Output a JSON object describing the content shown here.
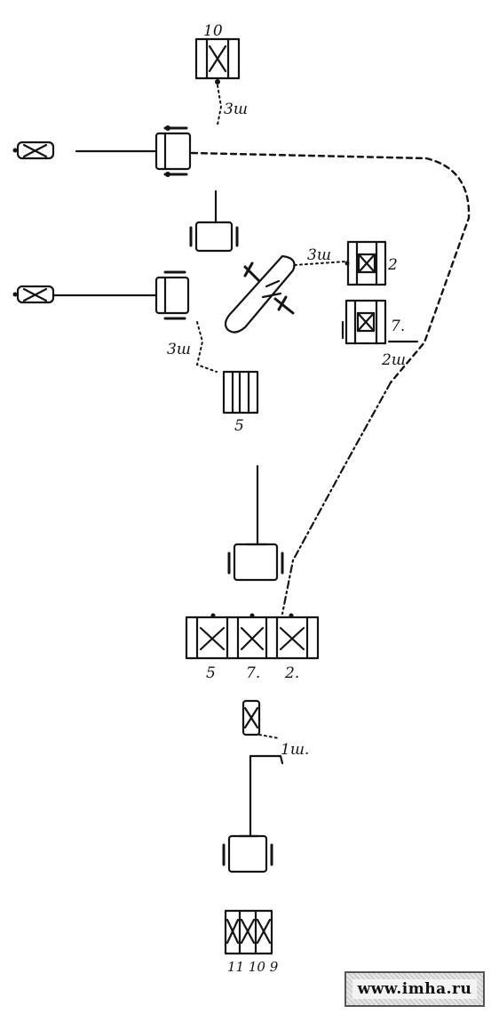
{
  "labels": {
    "top_truck_number": "10",
    "top_link": "3ш",
    "mid_left_link": "3ш",
    "right_link": "3ш",
    "right_truck_upper": "2",
    "right_truck_lower": "7.",
    "right_lower_link": "2ш",
    "center_truck": "5",
    "row_labels": [
      "5",
      "7.",
      "2."
    ],
    "small_link": "1ш.",
    "bottom_numbers": "11 10 9"
  },
  "watermark": "www.imha.ru",
  "colors": {
    "ink": "#141414",
    "paper": "#ffffff"
  }
}
